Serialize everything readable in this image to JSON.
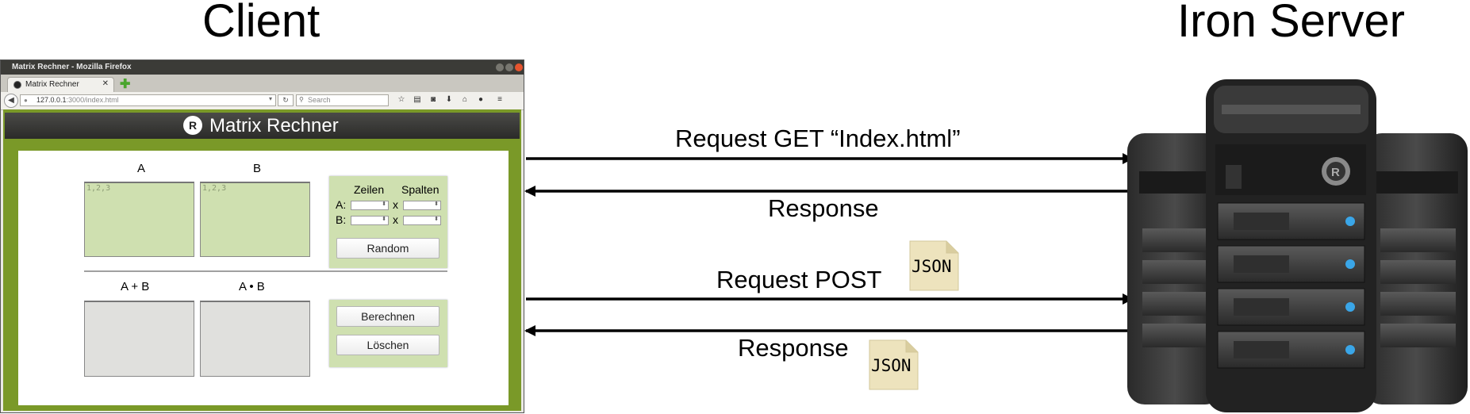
{
  "headings": {
    "client": "Client",
    "server": "Iron Server"
  },
  "browser": {
    "window_title": "Matrix Rechner - Mozilla Firefox",
    "tab_label": "Matrix Rechner",
    "url_host": "127.0.0.1",
    "url_rest": ":3000/index.html",
    "search_placeholder": "Search"
  },
  "app": {
    "title": "Matrix Rechner",
    "label_a": "A",
    "label_b": "B",
    "textarea_placeholder_a": "1,2,3",
    "textarea_placeholder_b": "1,2,3",
    "size_panel": {
      "rows_label": "Zeilen",
      "cols_label": "Spalten",
      "row_a_label": "A:",
      "row_b_label": "B:",
      "times_a": "x",
      "times_b": "x"
    },
    "random_button": "Random",
    "label_sum": "A + B",
    "label_product": "A • B",
    "compute_button": "Berechnen",
    "clear_button": "Löschen"
  },
  "arrows": {
    "request_get": "Request GET “Index.html”",
    "response_1": "Response",
    "request_post": "Request POST",
    "response_2": "Response",
    "json_1": "JSON",
    "json_2": "JSON"
  },
  "colors": {
    "page_green": "#7a9928",
    "textarea_green": "#cfe0b0",
    "json_doc": "#ede3bd",
    "server_led": "#3aa6e8"
  }
}
